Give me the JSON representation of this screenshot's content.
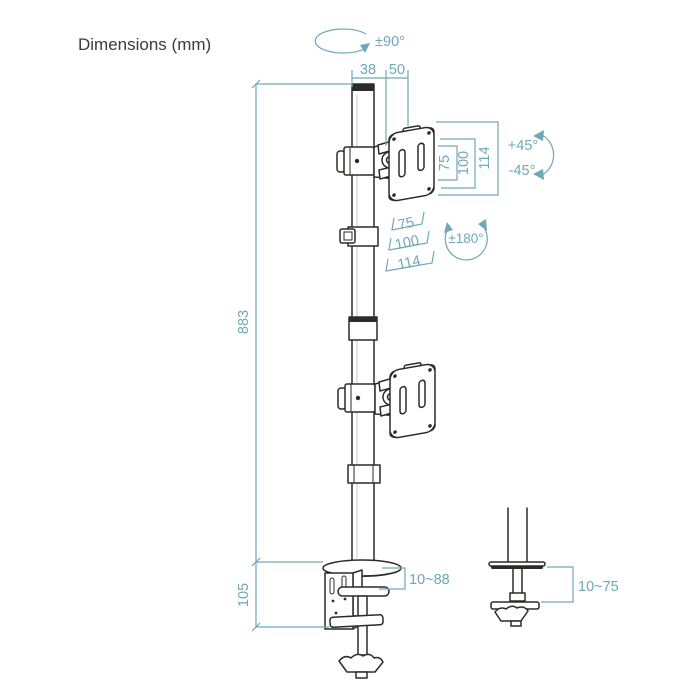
{
  "title": "Dimensions (mm)",
  "colors": {
    "annotation_teal": "#6fa8b8",
    "line_art": "#2b2b29",
    "title_text": "#3b3b3a",
    "background": "#ffffff"
  },
  "annotations": {
    "swivel_range": "±90°",
    "pole_diameter": "38",
    "arm_offset": "50",
    "vesa_side": {
      "inner": "75",
      "middle": "100",
      "outer": "114"
    },
    "tilt_up": "+45°",
    "tilt_down": "-45°",
    "vesa_bottom": {
      "inner": "75",
      "middle": "100",
      "outer": "114"
    },
    "rotation_range": "±180°",
    "pole_height": "883",
    "clamp_body_height": "105",
    "desk_thickness_clamp": "10~88",
    "desk_thickness_grommet": "10~75"
  }
}
